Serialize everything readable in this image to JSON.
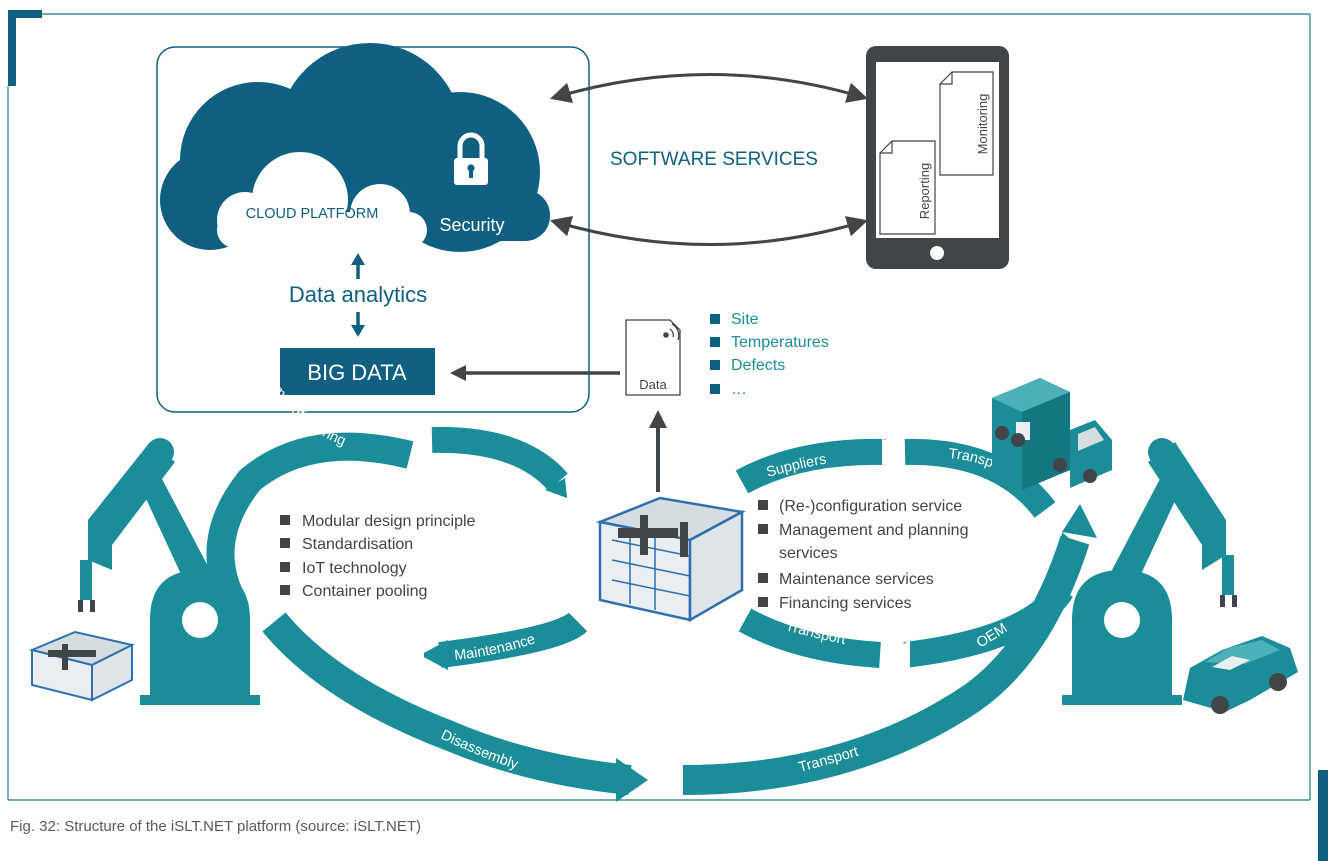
{
  "colors": {
    "cloud": "#0f5f80",
    "teal": "#1a8d99",
    "dark_grey": "#3f4548",
    "frame_teal": "#3f8f99",
    "text_blue": "#0f5f80"
  },
  "cloud": {
    "platform_label": "CLOUD PLATFORM",
    "security_label": "Security",
    "security_icon": "lock-icon"
  },
  "analytics_label": "Data analytics",
  "big_data_label": "BIG DATA",
  "software_services_label": "SOFTWARE SERVICES",
  "tablet": {
    "doc1": "Reporting",
    "doc2": "Monitoring"
  },
  "data_icon_label": "Data",
  "data_items": [
    "Site",
    "Temperatures",
    "Defects",
    "…"
  ],
  "left_cycle": {
    "arcs": [
      "Modular manufacturing",
      "Design",
      "Maintenance"
    ],
    "items": [
      "Modular design principle",
      "Standardisation",
      "IoT technology",
      "Container pooling"
    ]
  },
  "right_cycle": {
    "arcs": [
      "Suppliers",
      "Transport",
      "OEM",
      "Transport"
    ],
    "items": [
      "(Re-)configuration service",
      "Management and planning",
      "services",
      "Maintenance services",
      "Financing services"
    ]
  },
  "outer_cycle": {
    "arcs": [
      "Disassembly",
      "Transport"
    ]
  },
  "caption": "Fig. 32: Structure of the iSLT.NET platform (source: iSLT.NET)"
}
